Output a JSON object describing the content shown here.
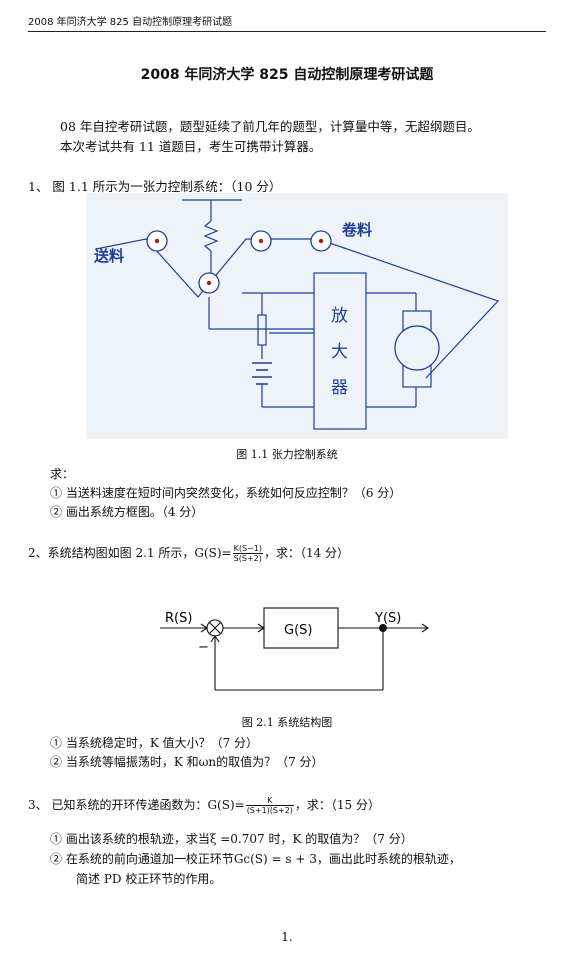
{
  "header": "2008 年同济大学 825 自动控制原理考研试题",
  "title": "2008 年同济大学 825 自动控制原理考研试题",
  "intro": [
    "08 年自控考研试题，题型延续了前几年的题型，计算量中等，无超纲题目。",
    "本次考试共有 11 道题目，考生可携带计算器。"
  ],
  "q1": {
    "stem": "1、  图 1.1 所示为一张力控制系统：（10 分）",
    "figure": {
      "label_feed": "送料",
      "label_reel": "卷料",
      "amp_chars": [
        "放",
        "大",
        "器"
      ]
    },
    "caption": "图 1.1  张力控制系统",
    "ask": "求：",
    "items": [
      "①  当送料速度在短时间内突然变化，系统如何反应控制？（6 分）",
      "②  画出系统方框图。（4 分）"
    ]
  },
  "q2": {
    "stem_prefix": "2、系统结构图如图 2.1 所示，G(S)=",
    "tf_num": "K(S−1)",
    "tf_den": "S(S+2)",
    "stem_suffix": "，求：（14 分）",
    "diagram": {
      "input": "R(S)",
      "output": "Y(S)",
      "block": "G(S)",
      "sign": "−"
    },
    "caption": "图 2.1  系统结构图",
    "items": [
      "①  当系统稳定时，K 值大小？（7 分）",
      "②  当系统等幅振荡时，K 和ωn的取值为？（7 分）"
    ]
  },
  "q3": {
    "stem_prefix": "3、  已知系统的开环传递函数为：G(S)=",
    "tf_num": "K",
    "tf_den": "(S+1)(S+2)",
    "stem_suffix": "，求：（15 分）",
    "items": [
      "①  画出该系统的根轨迹，求当ξ  =0.707 时，K 的取值为？（7 分）",
      "②  在系统的前向通道加一校正环节Gc(S) = s + 3，画出此时系统的根轨迹，",
      "简述 PD 校正环节的作用。"
    ]
  },
  "page_number": "1."
}
